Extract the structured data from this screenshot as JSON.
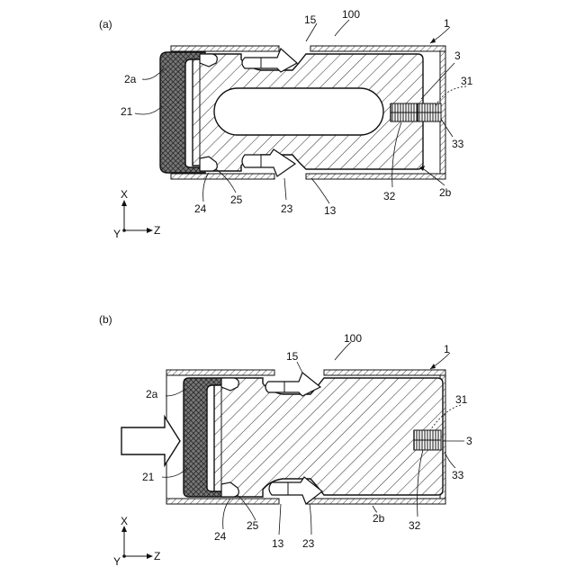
{
  "panel_a": {
    "label": "(a)",
    "ref_100": "100",
    "ref_1": "1",
    "ref_15": "15",
    "ref_3": "3",
    "ref_31": "31",
    "ref_2a": "2a",
    "ref_21": "21",
    "ref_33": "33",
    "ref_32": "32",
    "ref_2b": "2b",
    "ref_24": "24",
    "ref_25": "25",
    "ref_23": "23",
    "ref_13": "13",
    "axis_x": "X",
    "axis_y": "Y",
    "axis_z": "Z"
  },
  "panel_b": {
    "label": "(b)",
    "ref_100": "100",
    "ref_1": "1",
    "ref_15": "15",
    "ref_2a": "2a",
    "ref_31": "31",
    "ref_3": "3",
    "ref_21": "21",
    "ref_33": "33",
    "ref_2b": "2b",
    "ref_32": "32",
    "ref_24": "24",
    "ref_25": "25",
    "ref_13": "13",
    "ref_23": "23",
    "axis_x": "X",
    "axis_y": "Y",
    "axis_z": "Z"
  },
  "colors": {
    "line": "#111111",
    "background": "#ffffff"
  }
}
